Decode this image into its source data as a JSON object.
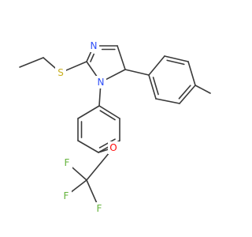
{
  "colors": {
    "background": "#ffffff",
    "bond": "#3a3a3a",
    "nitrogen": "#3050F8",
    "sulfur": "#C9B020",
    "oxygen": "#FF0D0D",
    "fluorine": "#63B33A"
  },
  "atoms": [
    {
      "id": "N3",
      "element": "N",
      "label": "N"
    },
    {
      "id": "N1",
      "element": "N",
      "label": "N"
    },
    {
      "id": "S",
      "element": "S",
      "label": "S"
    },
    {
      "id": "O",
      "element": "O",
      "label": "O"
    },
    {
      "id": "F1",
      "element": "F",
      "label": "F"
    },
    {
      "id": "F2",
      "element": "F",
      "label": "F"
    },
    {
      "id": "F3",
      "element": "F",
      "label": "F"
    }
  ]
}
